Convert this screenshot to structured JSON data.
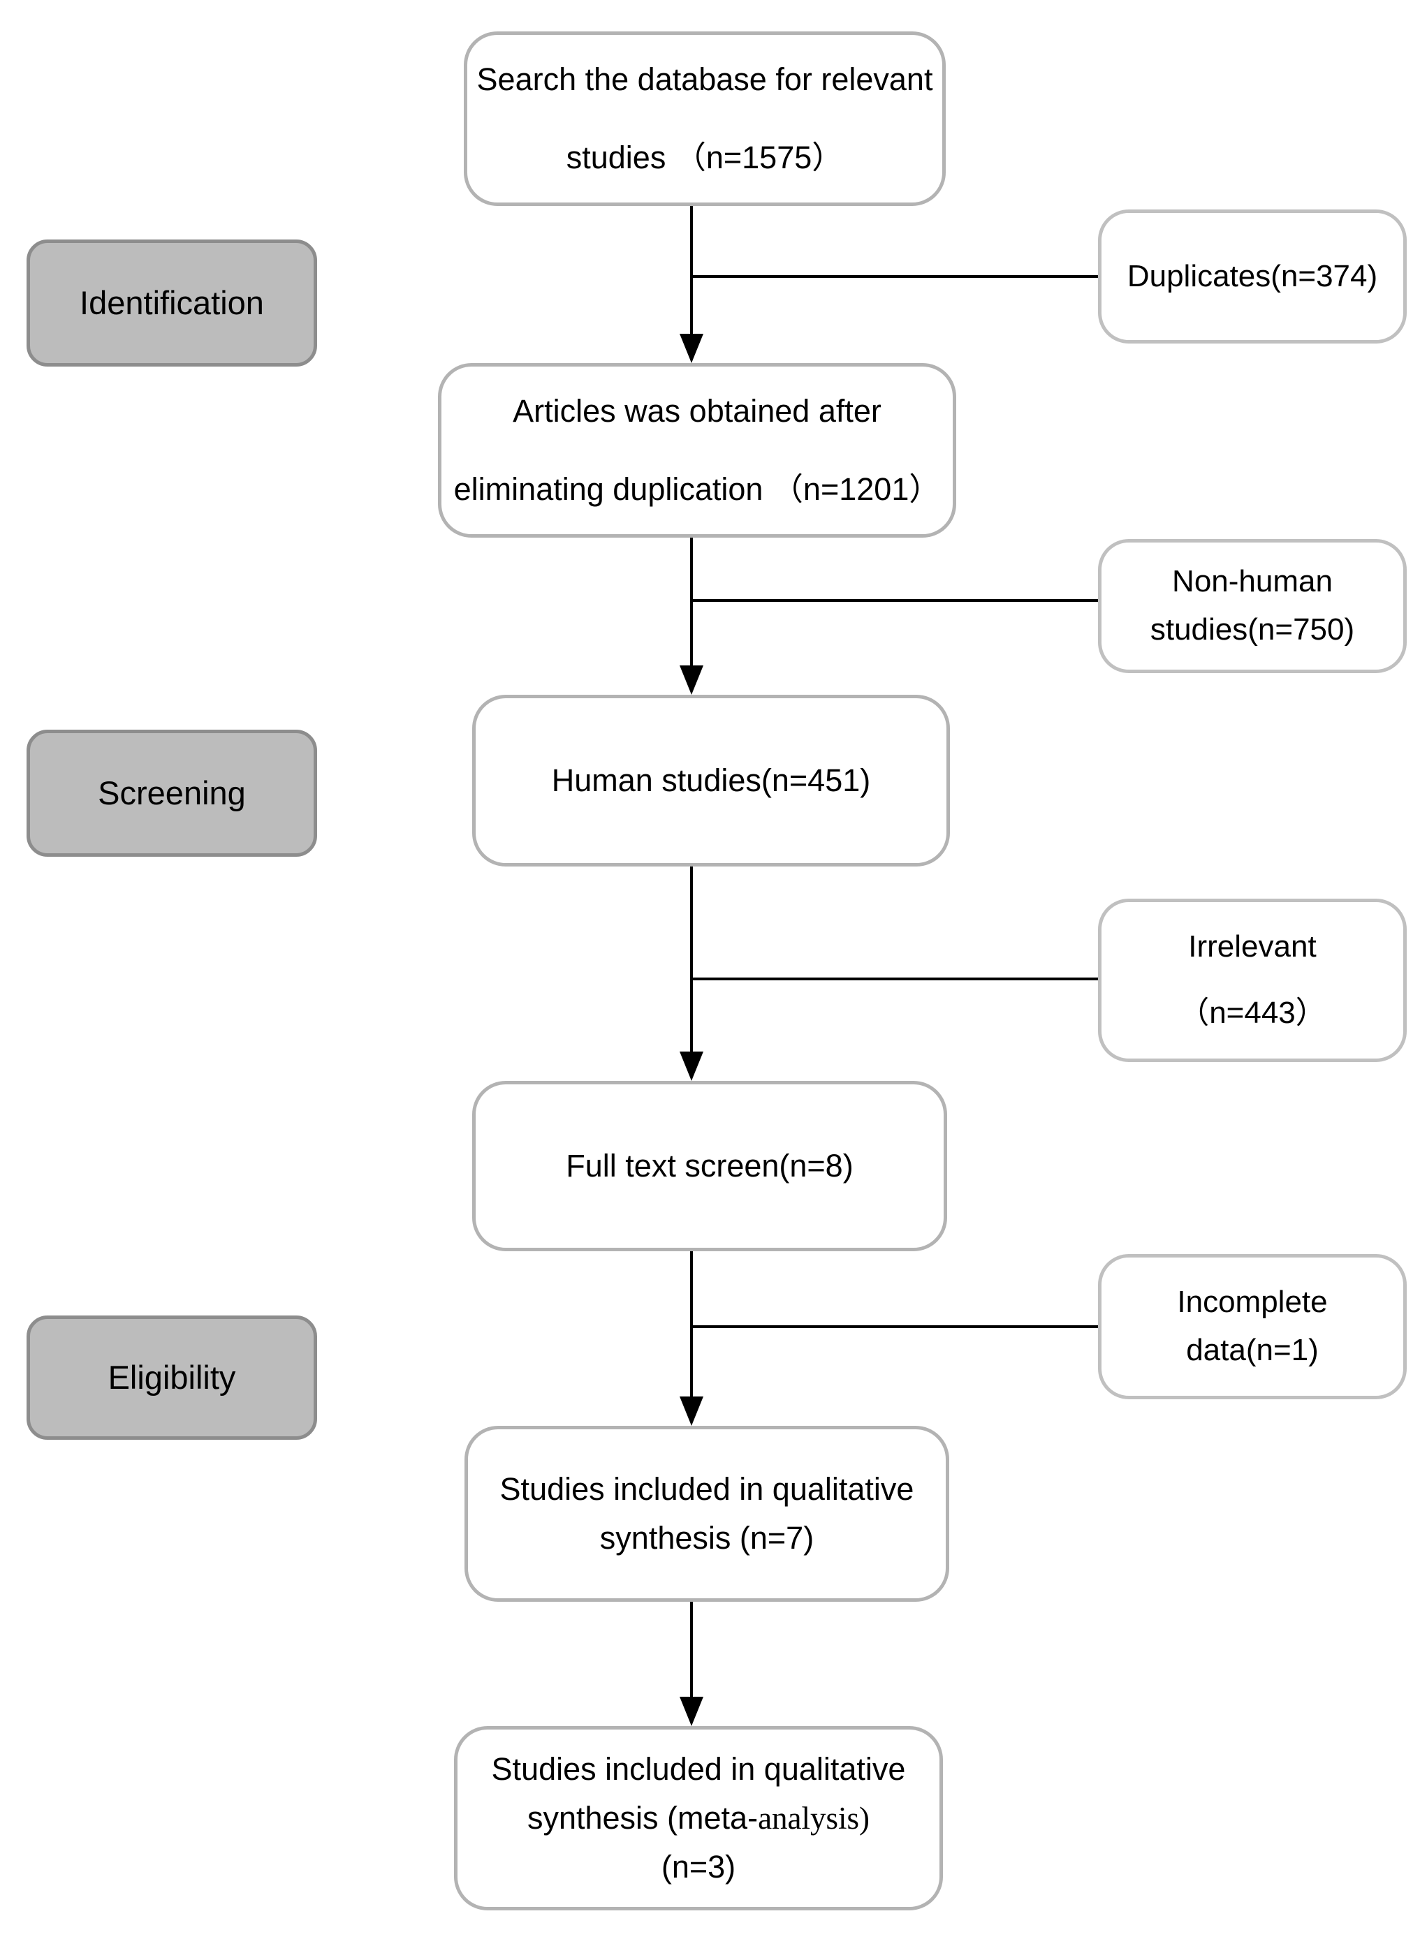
{
  "colors": {
    "background": "#ffffff",
    "stage_fill": "#bcbcbc",
    "stage_border": "#8d8d8d",
    "main_box_fill": "#ffffff",
    "main_box_border": "#b3b3b3",
    "connector": "#000000",
    "text": "#000000"
  },
  "stages": [
    {
      "label": "Identification"
    },
    {
      "label": "Screening"
    },
    {
      "label": "Eligibility"
    }
  ],
  "flow": {
    "search": {
      "line1": "Search the database for relevant",
      "line2": "studies （n=1575）"
    },
    "dedup": {
      "line1": "Articles was obtained after",
      "line2": "eliminating duplication （n=1201）"
    },
    "human": {
      "line1": "Human studies(n=451)"
    },
    "fulltext": {
      "line1": "Full text screen(n=8)"
    },
    "qualitative": {
      "line1": "Studies included in qualitative",
      "line2": "synthesis (n=7)"
    },
    "meta": {
      "line1": "Studies included in qualitative",
      "line2_sans": "synthesis (meta-",
      "line2_serif": "analysis)",
      "line3": "(n=3)"
    }
  },
  "exclusions": {
    "duplicates": {
      "line1": "Duplicates(n=374)"
    },
    "nonhuman": {
      "line1": "Non-human",
      "line2": "studies(n=750)"
    },
    "irrelevant": {
      "line1": "Irrelevant",
      "line2": "（n=443）"
    },
    "incomplete": {
      "line1": "Incomplete",
      "line2": "data(n=1)"
    }
  }
}
